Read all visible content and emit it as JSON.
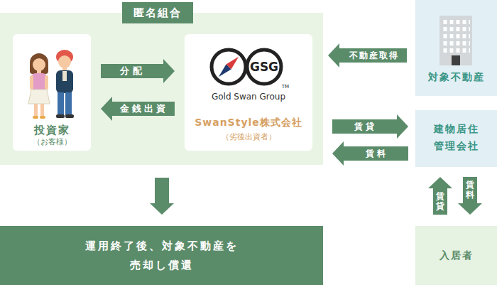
{
  "diagram": {
    "nodes": [
      {
        "text": [
          "匿名組合"
        ]
      },
      {
        "text": [
          "投資家",
          "（お客様）"
        ],
        "in": 0
      },
      {
        "text": [
          "GSG",
          "TM",
          "Gold Swan Group",
          "SwanStyle株式会社",
          "（劣後出資者）"
        ],
        "in": 0
      },
      {
        "text": [
          "対象不動産"
        ]
      },
      {
        "text": [
          "建物居住 管理会社"
        ]
      },
      {
        "text": [
          "運用終了後、対象不動産を 売却し償還"
        ]
      },
      {
        "text": [
          "入居者"
        ]
      }
    ],
    "edges": [
      {
        "from": 1,
        "to": 2,
        "label": "分配",
        "arrow": "to"
      },
      {
        "from": 2,
        "to": 1,
        "label": "金銭出資",
        "arrow": "to"
      },
      {
        "from": 3,
        "to": 2,
        "label": "不動産取得",
        "arrow": "to"
      },
      {
        "from": 2,
        "to": 4,
        "label": "賃貸",
        "arrow": "to"
      },
      {
        "from": 4,
        "to": 2,
        "label": "賃料",
        "arrow": "to"
      },
      {
        "from": 0,
        "to": 5,
        "arrow": "to"
      },
      {
        "from": 6,
        "to": 4,
        "label": "賃貸",
        "arrow": "to"
      },
      {
        "from": 4,
        "to": 6,
        "label": "賃料",
        "arrow": "to"
      }
    ]
  }
}
